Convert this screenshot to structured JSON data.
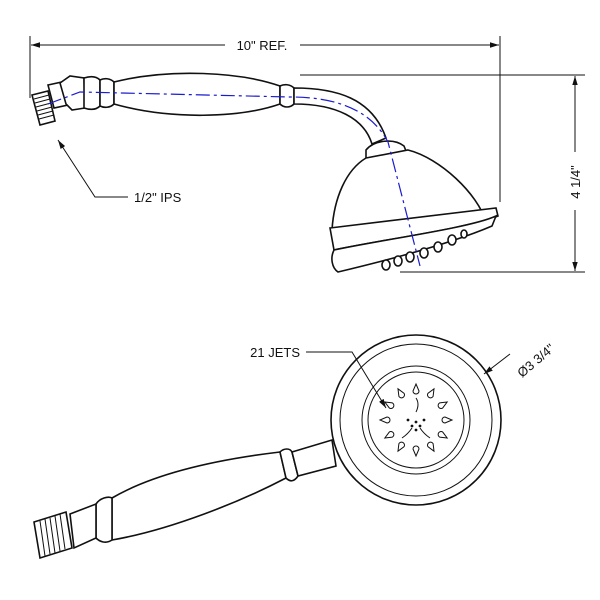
{
  "dimensions": {
    "length": "10\" REF.",
    "height": "4 1/4\"",
    "connection": "1/2\" IPS",
    "face_diameter": "Ø3 3/4\""
  },
  "face": {
    "jets_label": "21 JETS"
  },
  "colors": {
    "line": "#111111",
    "centerline": "#1c1ccf",
    "background": "#ffffff"
  }
}
